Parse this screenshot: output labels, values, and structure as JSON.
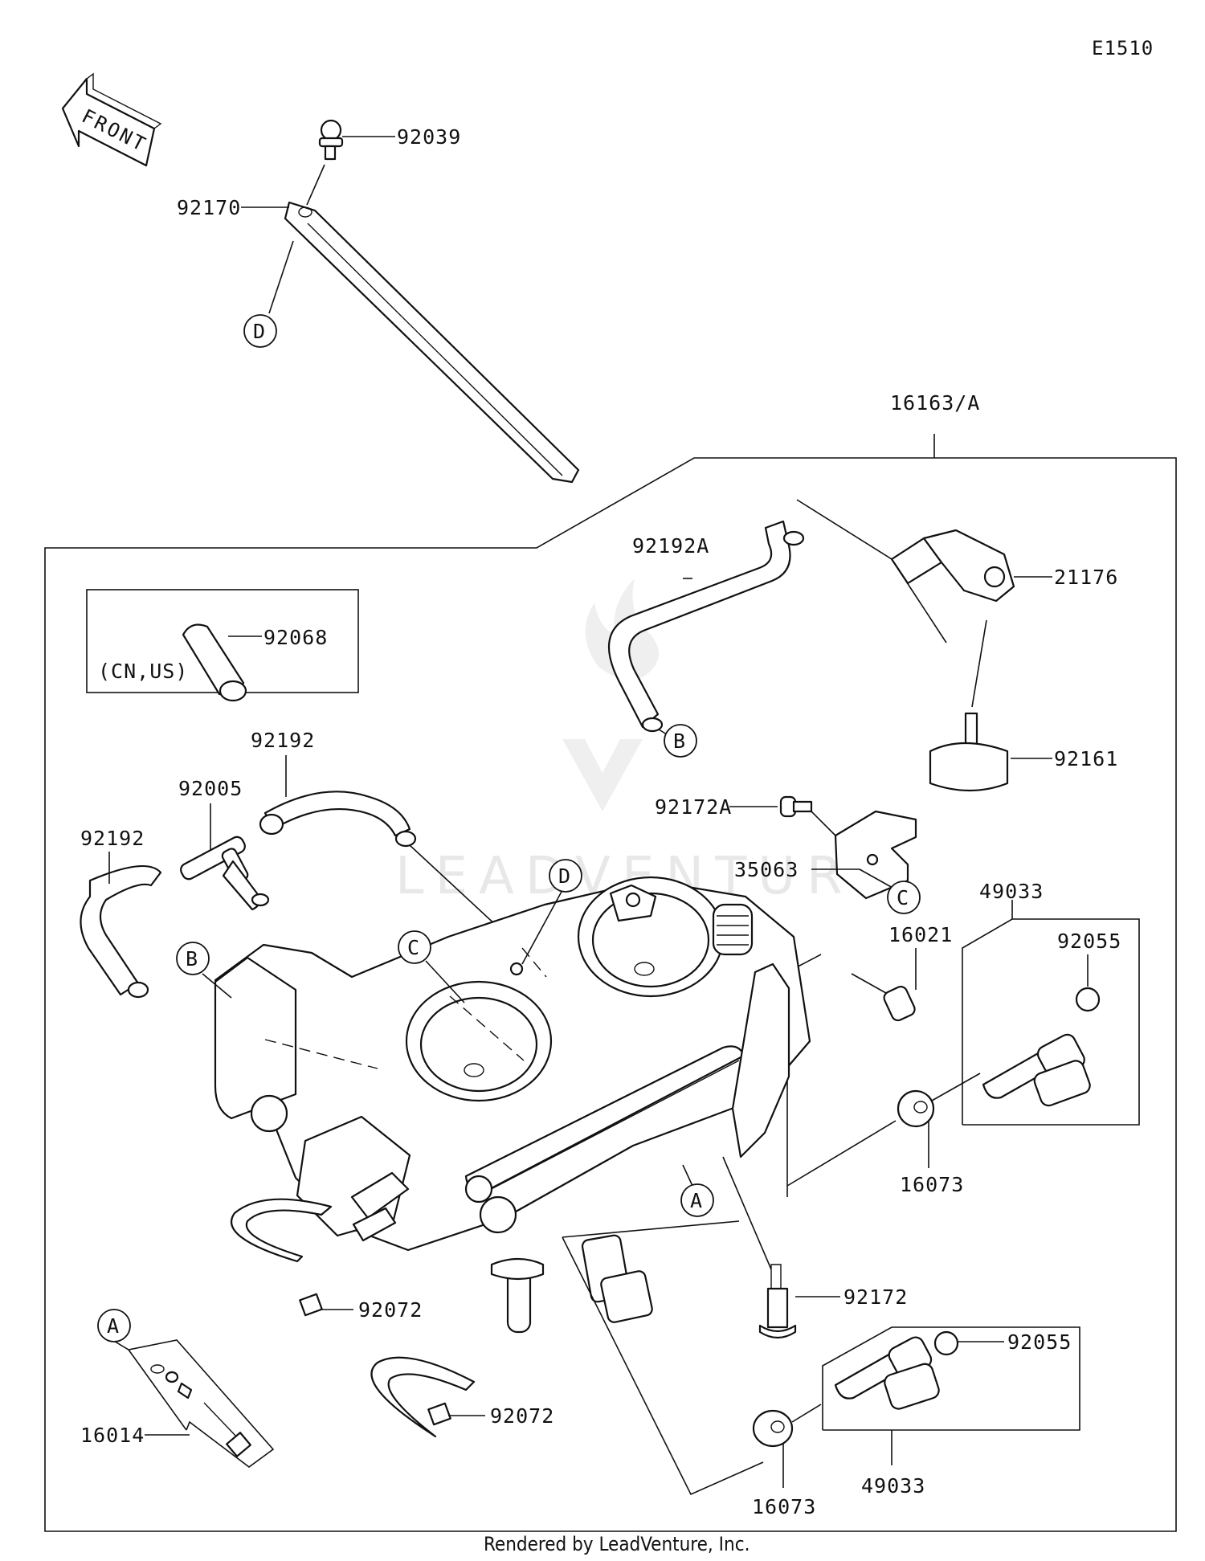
{
  "diagram_code": "E1510",
  "front_label": "FRONT",
  "footer": "Rendered by LeadVenture, Inc.",
  "watermark": "LEADVENTURE",
  "assembly_label": "16163/A",
  "box_note": "(CN,US)",
  "parts": {
    "p92039": "92039",
    "p92170": "92170",
    "p92192A": "92192A",
    "p21176": "21176",
    "p92068": "92068",
    "p92161": "92161",
    "p92192_top": "92192",
    "p92005": "92005",
    "p92172A": "92172A",
    "p92192_left": "92192",
    "p35063": "35063",
    "p49033_top": "49033",
    "p92055_top": "92055",
    "p16021": "16021",
    "p16073_right": "16073",
    "p92072_a": "92072",
    "p92172": "92172",
    "p92055_bottom": "92055",
    "p16014": "16014",
    "p92072_b": "92072",
    "p49033_bottom": "49033",
    "p16073_bottom": "16073"
  },
  "callouts": {
    "d_top": "D",
    "b_top": "B",
    "c_right": "C",
    "d_mid": "D",
    "b_left": "B",
    "c_mid": "C",
    "a_mid": "A",
    "a_left": "A"
  }
}
